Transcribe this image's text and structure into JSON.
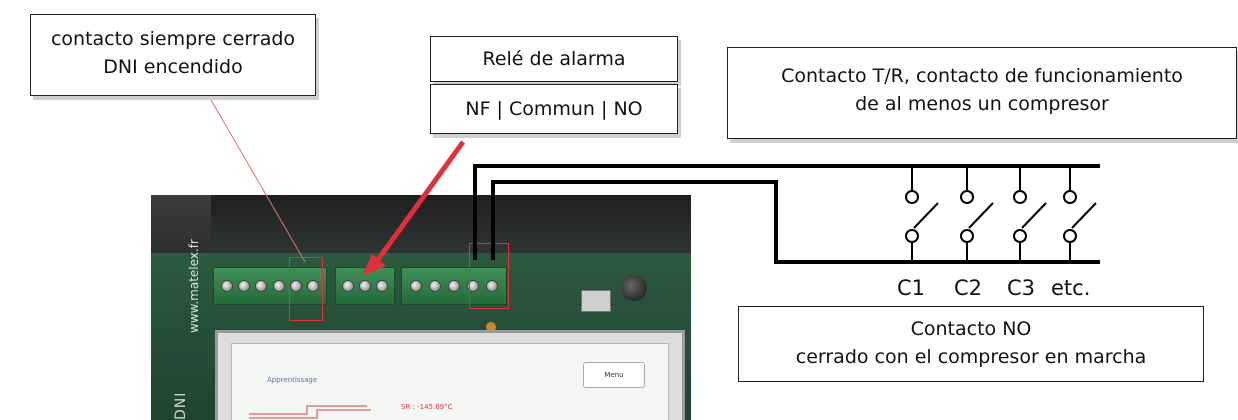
{
  "callouts": {
    "dni": {
      "line1": "contacto siempre cerrado",
      "line2": "DNI encendido"
    },
    "alarm": {
      "title": "Relé de alarma",
      "terminals": "NF | Commun | NO"
    },
    "tr": {
      "line1": "Contacto T/R, contacto de funcionamiento",
      "line2": "de al menos un compresor"
    },
    "no": {
      "line1": "Contacto NO",
      "line2": "cerrado con el compresor en marcha"
    }
  },
  "compressors": [
    "C1",
    "C2",
    "C3",
    "etc."
  ],
  "photo": {
    "board_label_1": "www.matelex.fr",
    "board_label_2": "DNI",
    "screen_title": "Apprentissage",
    "menu_button": "Menu",
    "screen_value": "SR : -145.69°C"
  },
  "colors": {
    "highlight": "#e0303a",
    "arrow": "#e0303a",
    "wire": "#000000",
    "terminal_green": "#2f7a46"
  }
}
